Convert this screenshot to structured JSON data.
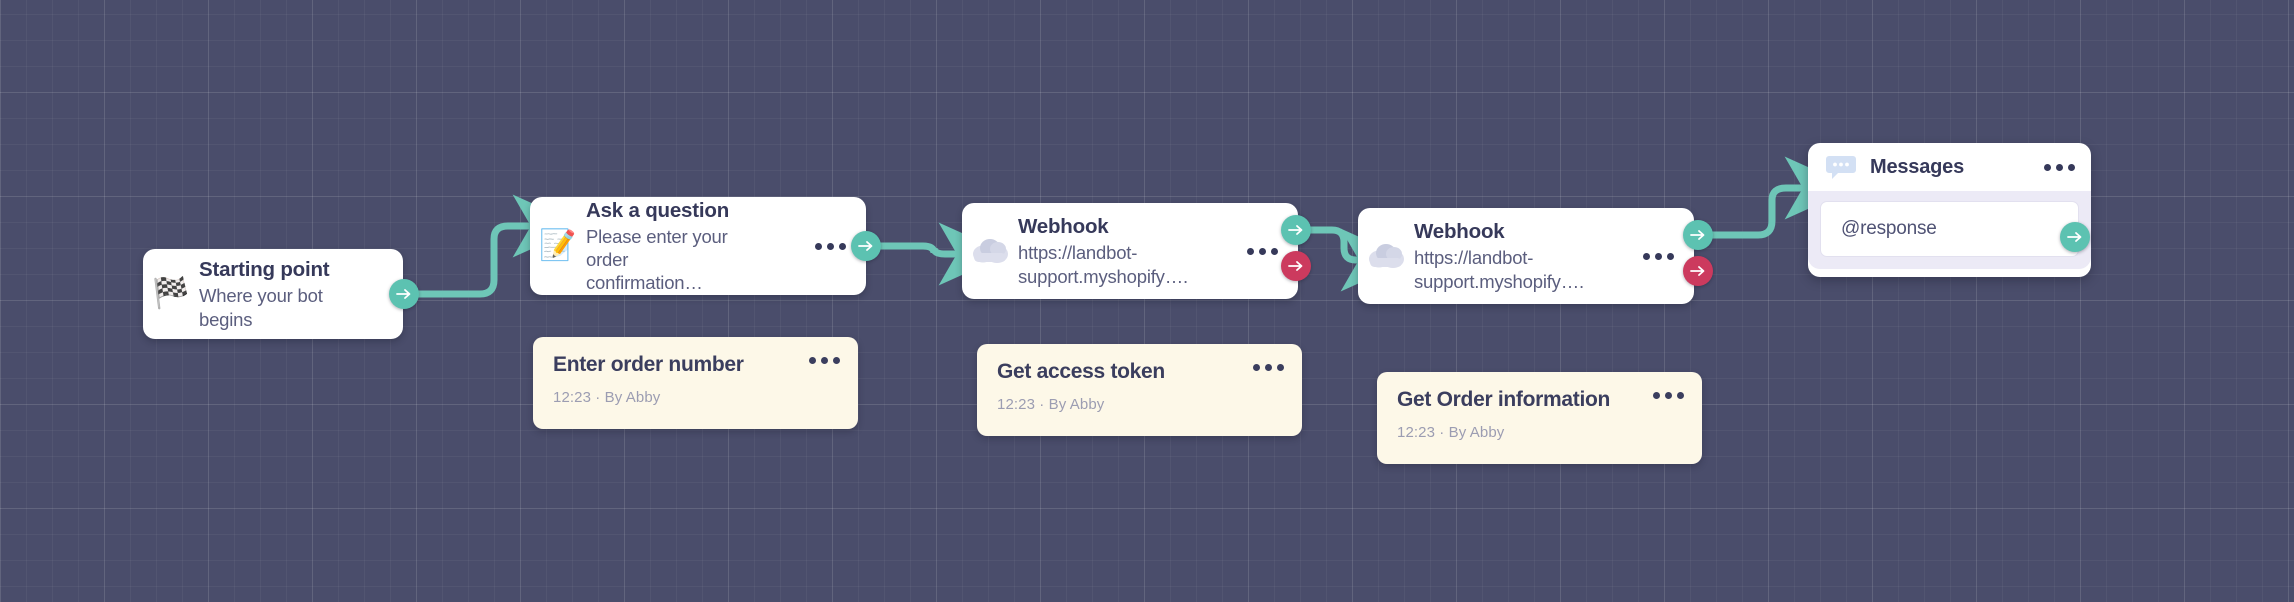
{
  "canvas": {
    "background_color": "#4a4d6b",
    "grid": "on"
  },
  "colors": {
    "accent_green": "#5cc2b1",
    "accent_red": "#cc3a5e",
    "card_white": "#ffffff",
    "note_yellow": "#fdf8e8",
    "panel_body": "#eceaf6",
    "text_dark": "#36395a",
    "text_muted": "#9c9db2"
  },
  "nodes": [
    {
      "id": "starting-point",
      "icon": "checkered-flag-icon",
      "icon_glyph": "🏁",
      "title": "Starting point",
      "subtitle": "Where your bot begins"
    },
    {
      "id": "ask-a-question",
      "icon": "memo-pencil-icon",
      "icon_glyph": "📝",
      "title": "Ask a question",
      "subtitle": "Please enter your order confirmation…"
    },
    {
      "id": "webhook-1",
      "icon": "cloud-icon",
      "title": "Webhook",
      "subtitle": "https://landbot-support.myshopify…."
    },
    {
      "id": "webhook-2",
      "icon": "cloud-icon",
      "title": "Webhook",
      "subtitle": "https://landbot-support.myshopify…."
    }
  ],
  "notes": [
    {
      "id": "note-enter-order-number",
      "title": "Enter order number",
      "meta": "12:23 · By Abby"
    },
    {
      "id": "note-get-access-token",
      "title": "Get access token",
      "meta": "12:23 · By Abby"
    },
    {
      "id": "note-get-order-information",
      "title": "Get Order information",
      "meta": "12:23 · By Abby"
    }
  ],
  "messages_panel": {
    "icon": "chat-bubble-icon",
    "title": "Messages",
    "menu_icon": "more-options-icon",
    "rows": [
      {
        "text": "@response"
      }
    ]
  }
}
